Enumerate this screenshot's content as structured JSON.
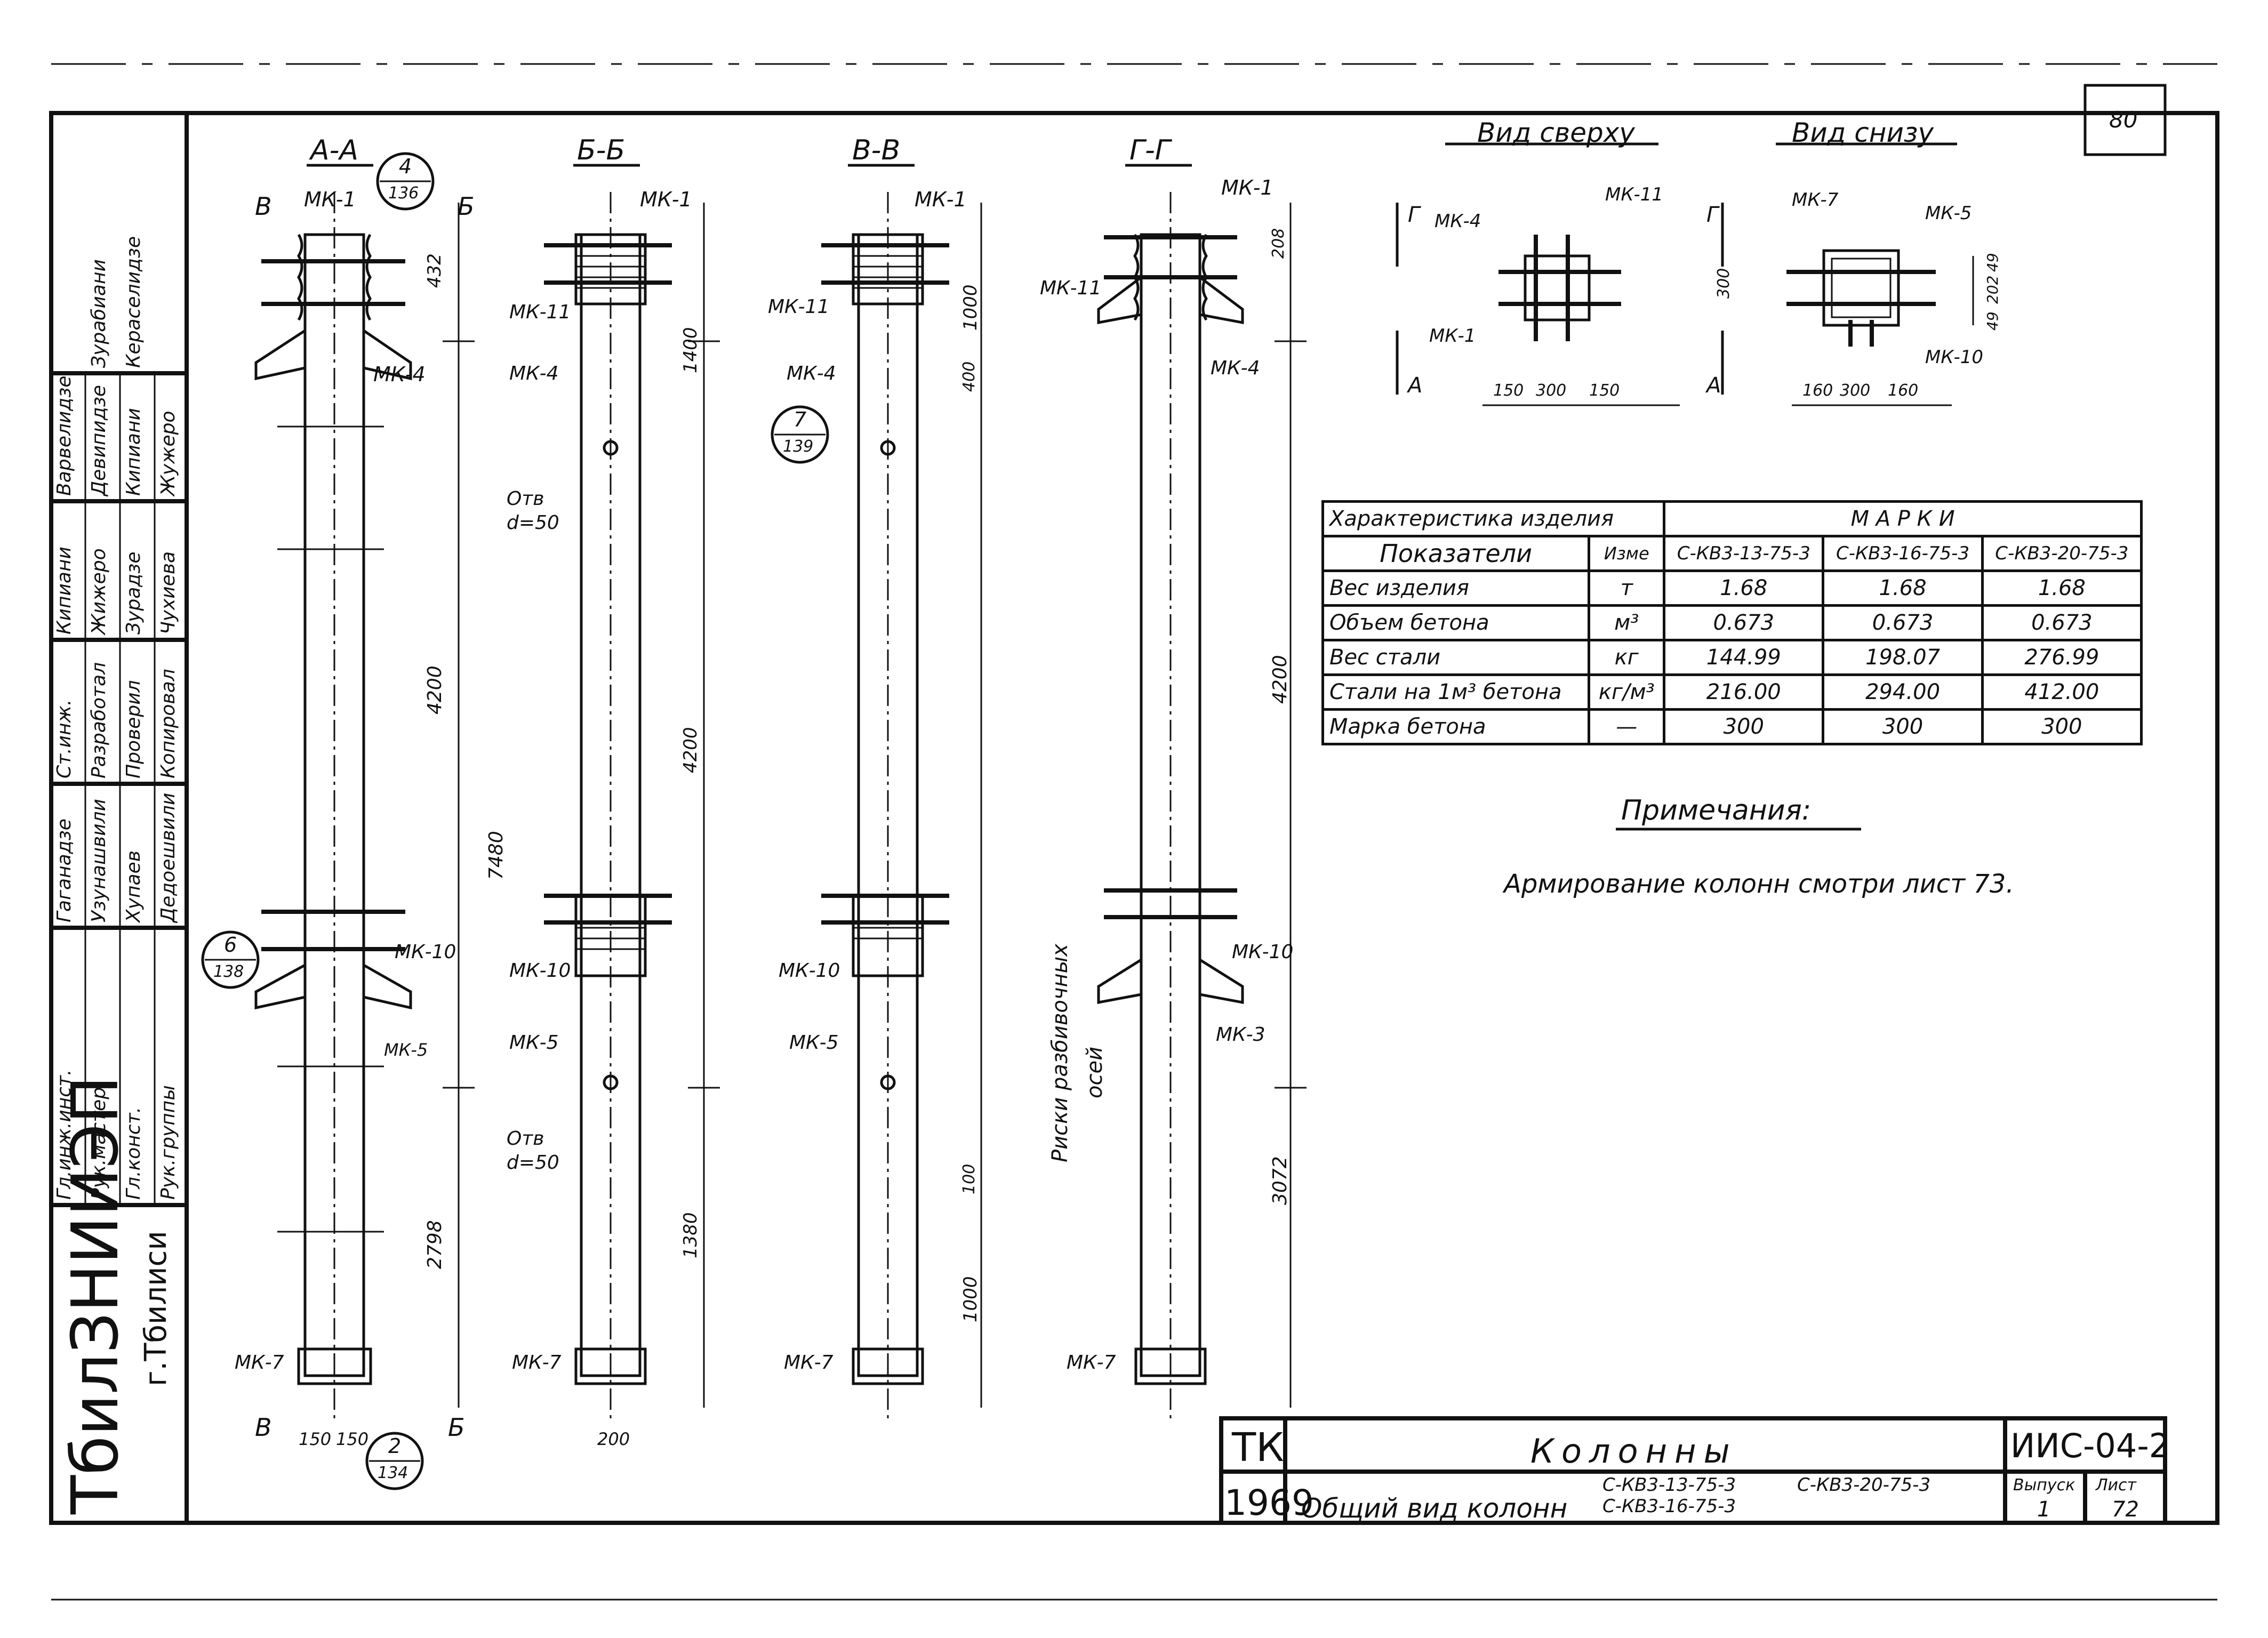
{
  "sheet_number": "80",
  "views": {
    "top_view": "Вид сверху",
    "bottom_view": "Вид снизу"
  },
  "sections": {
    "a": "А-А",
    "b": "Б-Б",
    "v": "В-В",
    "g": "Г-Г"
  },
  "section_marks": {
    "A": "А",
    "B": "Б",
    "V": "В",
    "G": "Г"
  },
  "parts": {
    "mk1": "МК-1",
    "mk4": "МК-4",
    "mk5": "МК-5",
    "mk7": "МК-7",
    "mk10": "МК-10",
    "mk11": "МК-11",
    "mk5b": "МК-5",
    "mk3": "МК-3"
  },
  "callouts": [
    {
      "num": "4",
      "sheet": "136"
    },
    {
      "num": "6",
      "sheet": "138"
    },
    {
      "num": "2",
      "sheet": "134"
    },
    {
      "num": "7",
      "sheet": "139"
    }
  ],
  "dimensions": {
    "d432": "432",
    "d4200a": "4200",
    "d7480": "7480",
    "d2798": "2798",
    "d1400": "1400",
    "d4200b": "4200",
    "d1380": "1380",
    "d1000a": "1000",
    "d400": "400",
    "d100": "100",
    "d1000b": "1000",
    "d208": "208",
    "d4200c": "4200",
    "d3072": "3072",
    "d150a": "150",
    "d150b": "150",
    "d200": "200",
    "d300": "300",
    "top_150a": "150",
    "top_300": "300",
    "top_150b": "150",
    "bot_160a": "160",
    "bot_300": "300",
    "bot_160b": "160",
    "bot_49a": "49",
    "bot_202": "202",
    "bot_49b": "49"
  },
  "holes": {
    "h1": "Отв",
    "h1d": "d=50",
    "h2": "Отв",
    "h2d": "d=50"
  },
  "axis_note_1": "Риски разбивочных",
  "axis_note_2": "осей",
  "table": {
    "header_left": "Характеристика изделия",
    "header_right": "М А Р К И",
    "col_label": "Показатели",
    "col_unit": "Изме",
    "col_m1": "С-КВ3-13-75-3",
    "col_m2": "С-КВ3-16-75-3",
    "col_m3": "С-КВ3-20-75-3",
    "rows": [
      {
        "label": "Вес изделия",
        "unit": "т",
        "v1": "1.68",
        "v2": "1.68",
        "v3": "1.68"
      },
      {
        "label": "Объем бетона",
        "unit": "м³",
        "v1": "0.673",
        "v2": "0.673",
        "v3": "0.673"
      },
      {
        "label": "Вес стали",
        "unit": "кг",
        "v1": "144.99",
        "v2": "198.07",
        "v3": "276.99"
      },
      {
        "label": "Стали на 1м³ бетона",
        "unit": "кг/м³",
        "v1": "216.00",
        "v2": "294.00",
        "v3": "412.00"
      },
      {
        "label": "Марка бетона",
        "unit": "—",
        "v1": "300",
        "v2": "300",
        "v3": "300"
      }
    ]
  },
  "notes": {
    "title": "Примечания:",
    "text": "Армирование колонн смотри лист 73."
  },
  "titleblock": {
    "tk": "ТК",
    "year": "1969",
    "name": "Колонны",
    "subtitle": "Общий вид колонн",
    "m1": "С-КВ3-13-75-3",
    "m2": "С-КВ3-16-75-3",
    "m3": "С-КВ3-20-75-3",
    "code": "ИИС-04-2",
    "issue_label": "Выпуск",
    "issue": "1",
    "sheet_label": "Лист",
    "sheet": "72"
  },
  "stamp": {
    "org": "ТбилЗНИИЭП",
    "city": "г.Тбилиси",
    "roles": [
      "Гл.инж.инст.",
      "Рук.мастер.",
      "Гл.конст.",
      "Рук.группы",
      "Ст.инж.",
      "Разработал",
      "Проверил",
      "Копировал"
    ],
    "names": [
      "Гаганадзе",
      "Узунашвили",
      "Хупаев",
      "Дедоешвили",
      "Кипиани",
      "Жижеро",
      "Зурадзе",
      "Чухиева",
      "Варвелидзе",
      "Девипидзе",
      "Кипиани",
      "Жужеро",
      "Зурабиани",
      "Кераселидзе"
    ]
  }
}
